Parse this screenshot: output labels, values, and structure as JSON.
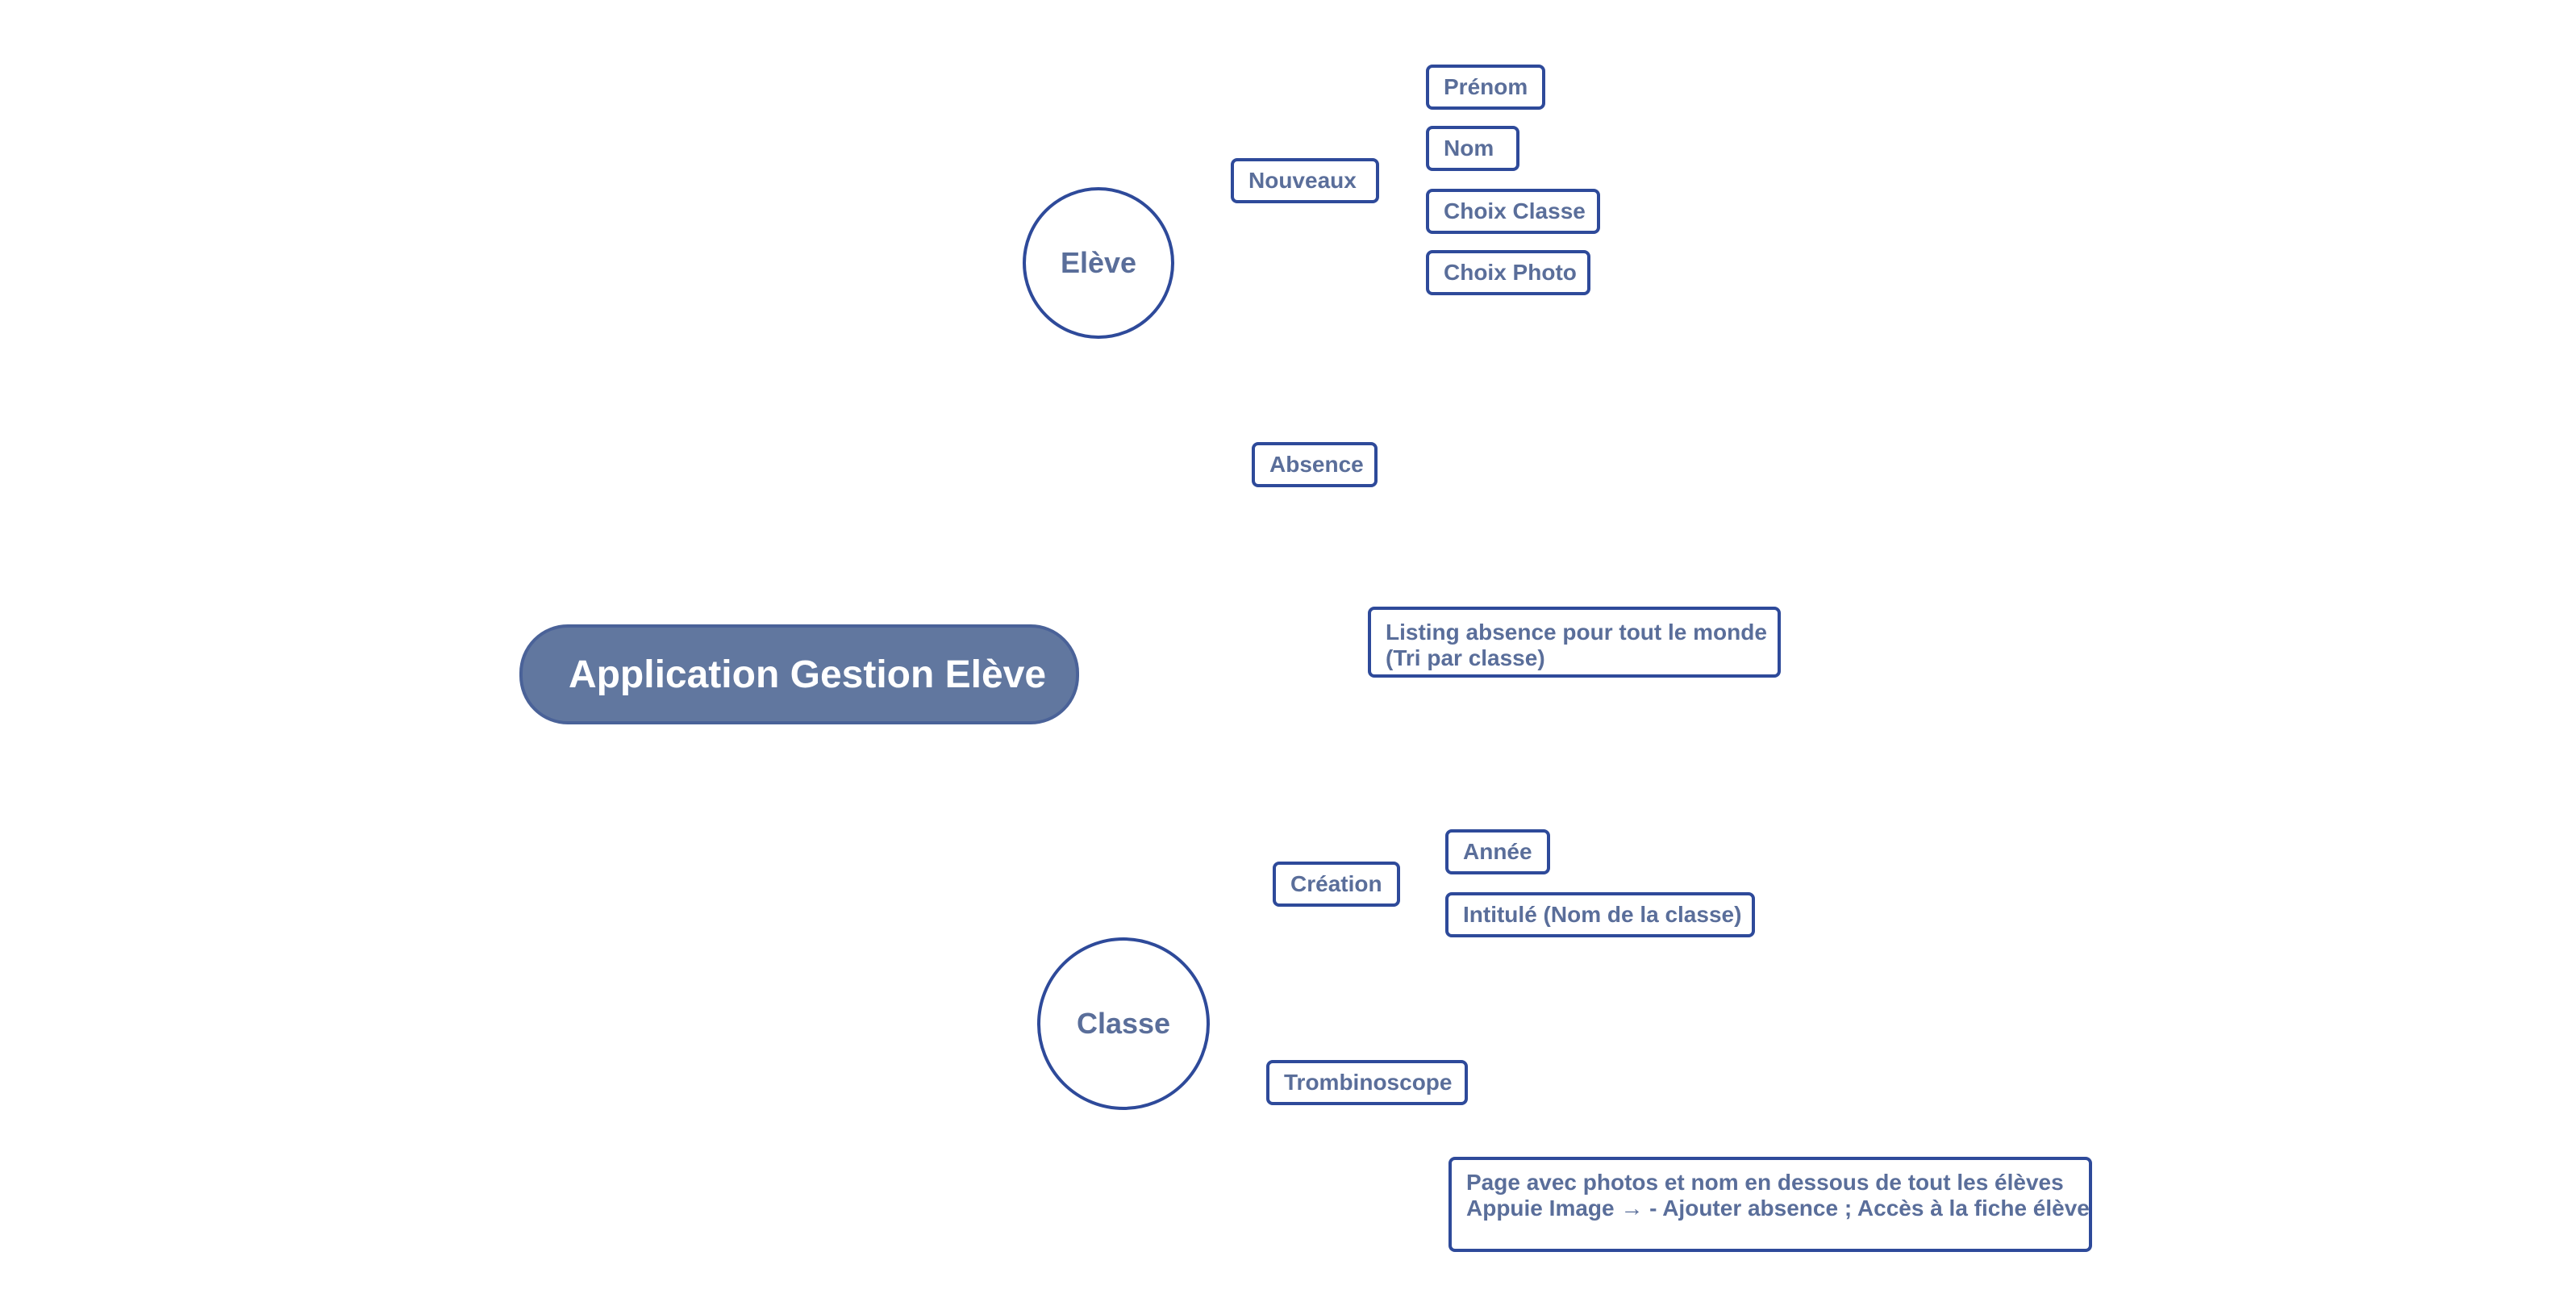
{
  "root": {
    "label": "Application Gestion Elève"
  },
  "eleve": {
    "label": "Elève",
    "nouveaux": {
      "label": "Nouveaux",
      "items": [
        "Prénom",
        "Nom",
        "Choix Classe",
        "Choix Photo"
      ]
    },
    "absence": {
      "label": "Absence",
      "detail": [
        "Listing absence pour tout le monde",
        "(Tri par classe)"
      ]
    }
  },
  "classe": {
    "label": "Classe",
    "creation": {
      "label": "Création",
      "items": [
        "Année",
        "Intitulé (Nom de la classe)"
      ]
    },
    "trombinoscope": {
      "label": "Trombinoscope",
      "detail": [
        "Page avec photos et nom en dessous de tout les élèves",
        "Appuie Image → - Ajouter absence ; Accès à la fiche élève"
      ]
    }
  },
  "colors": {
    "border": "#2e4a9a",
    "text": "#5a6e9a",
    "root_fill": "#61779f",
    "root_text": "#ffffff"
  }
}
